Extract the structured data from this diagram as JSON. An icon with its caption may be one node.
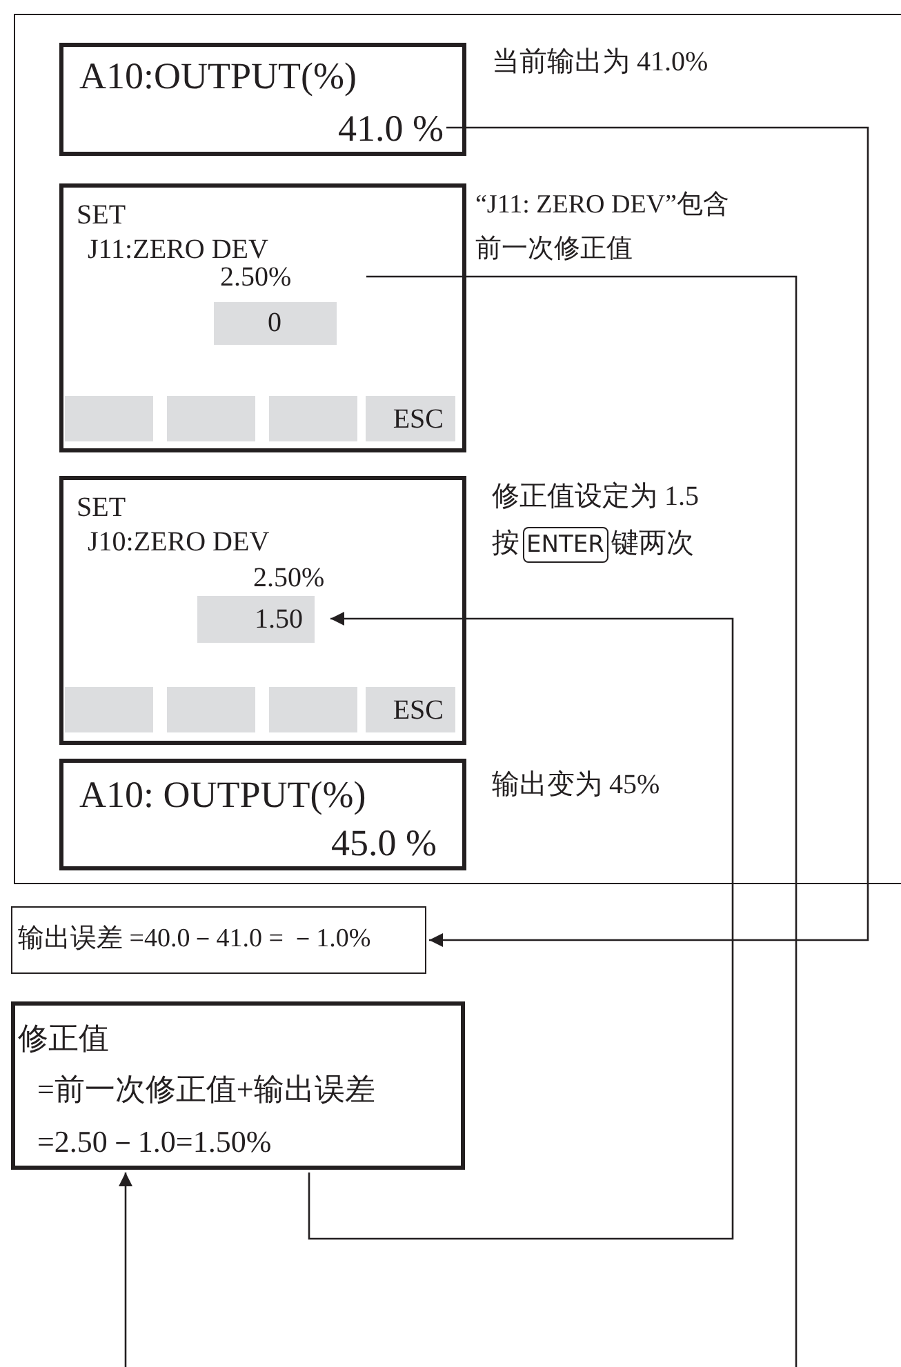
{
  "diagram": {
    "nodes": [
      {
        "text": [],
        "shape": "box"
      },
      {
        "text": [
          "A10:OUTPUT(%)"
        ],
        "in": 0
      },
      {
        "text": [
          "41.0 %"
        ],
        "in": 1
      },
      {
        "text": [
          "当前输出为 41.0%"
        ],
        "in": 0
      },
      {
        "text": [
          "SET",
          "J11:ZERO DEV"
        ],
        "in": 0
      },
      {
        "text": [
          "2.50%"
        ],
        "in": 4
      },
      {
        "text": [
          "0"
        ],
        "in": 4
      },
      {
        "text": [],
        "shape": "box",
        "in": 4
      },
      {
        "text": [],
        "shape": "box",
        "in": 4
      },
      {
        "text": [],
        "shape": "box",
        "in": 4
      },
      {
        "text": [
          "ESC"
        ],
        "in": 4
      },
      {
        "text": [
          "“J11: ZERO DEV”包含前一次修正值"
        ],
        "in": 0
      },
      {
        "text": [
          "SET",
          "J10:ZERO DEV",
          "2.50%"
        ],
        "in": 0
      },
      {
        "text": [
          "1.50"
        ],
        "in": 12
      },
      {
        "text": [],
        "shape": "box",
        "in": 12
      },
      {
        "text": [],
        "shape": "box",
        "in": 12
      },
      {
        "text": [],
        "shape": "box",
        "in": 12
      },
      {
        "text": [
          "ESC"
        ],
        "in": 12
      },
      {
        "text": [
          "修正值设定为 1.5",
          "按",
          "键两次"
        ],
        "in": 0
      },
      {
        "text": [
          "ENTER"
        ],
        "in": 18
      },
      {
        "text": [
          "A10: OUTPUT(%)",
          "45.0 %"
        ],
        "in": 0
      },
      {
        "text": [
          "输出变为 45%"
        ],
        "in": 0
      },
      {
        "text": [
          "输出误差 =40.0－41.0 = －1.0%"
        ]
      },
      {
        "text": [
          "修正值",
          "=前一次修正值+输出误差",
          "=2.50－1.0=1.50%"
        ]
      }
    ],
    "edges": [
      {
        "from": 2,
        "to": 22,
        "arrow": "to"
      },
      {
        "from": 5,
        "to": null,
        "arrow": "none"
      },
      {
        "from": null,
        "to": 23,
        "arrow": "to"
      },
      {
        "from": 23,
        "to": 13,
        "arrow": "to"
      }
    ]
  }
}
